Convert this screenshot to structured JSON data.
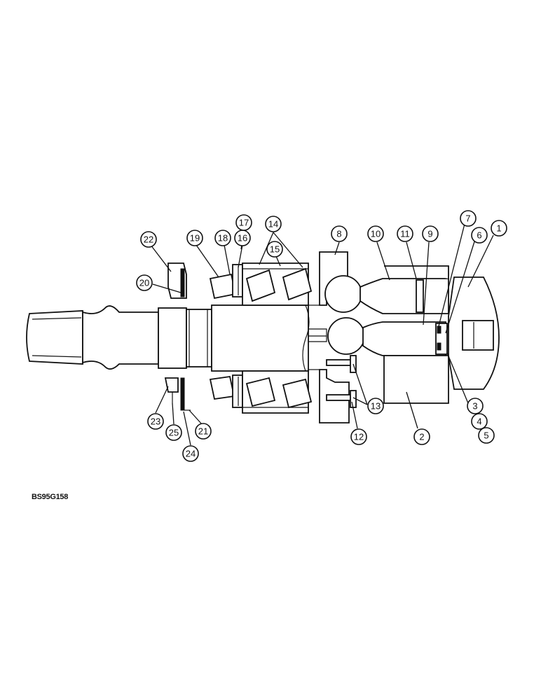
{
  "figure_code": "BS95G158",
  "callouts": [
    "1",
    "2",
    "3",
    "4",
    "5",
    "6",
    "7",
    "8",
    "9",
    "10",
    "11",
    "12",
    "13",
    "14",
    "15",
    "16",
    "17",
    "18",
    "19",
    "20",
    "21",
    "22",
    "23",
    "24",
    "25"
  ]
}
